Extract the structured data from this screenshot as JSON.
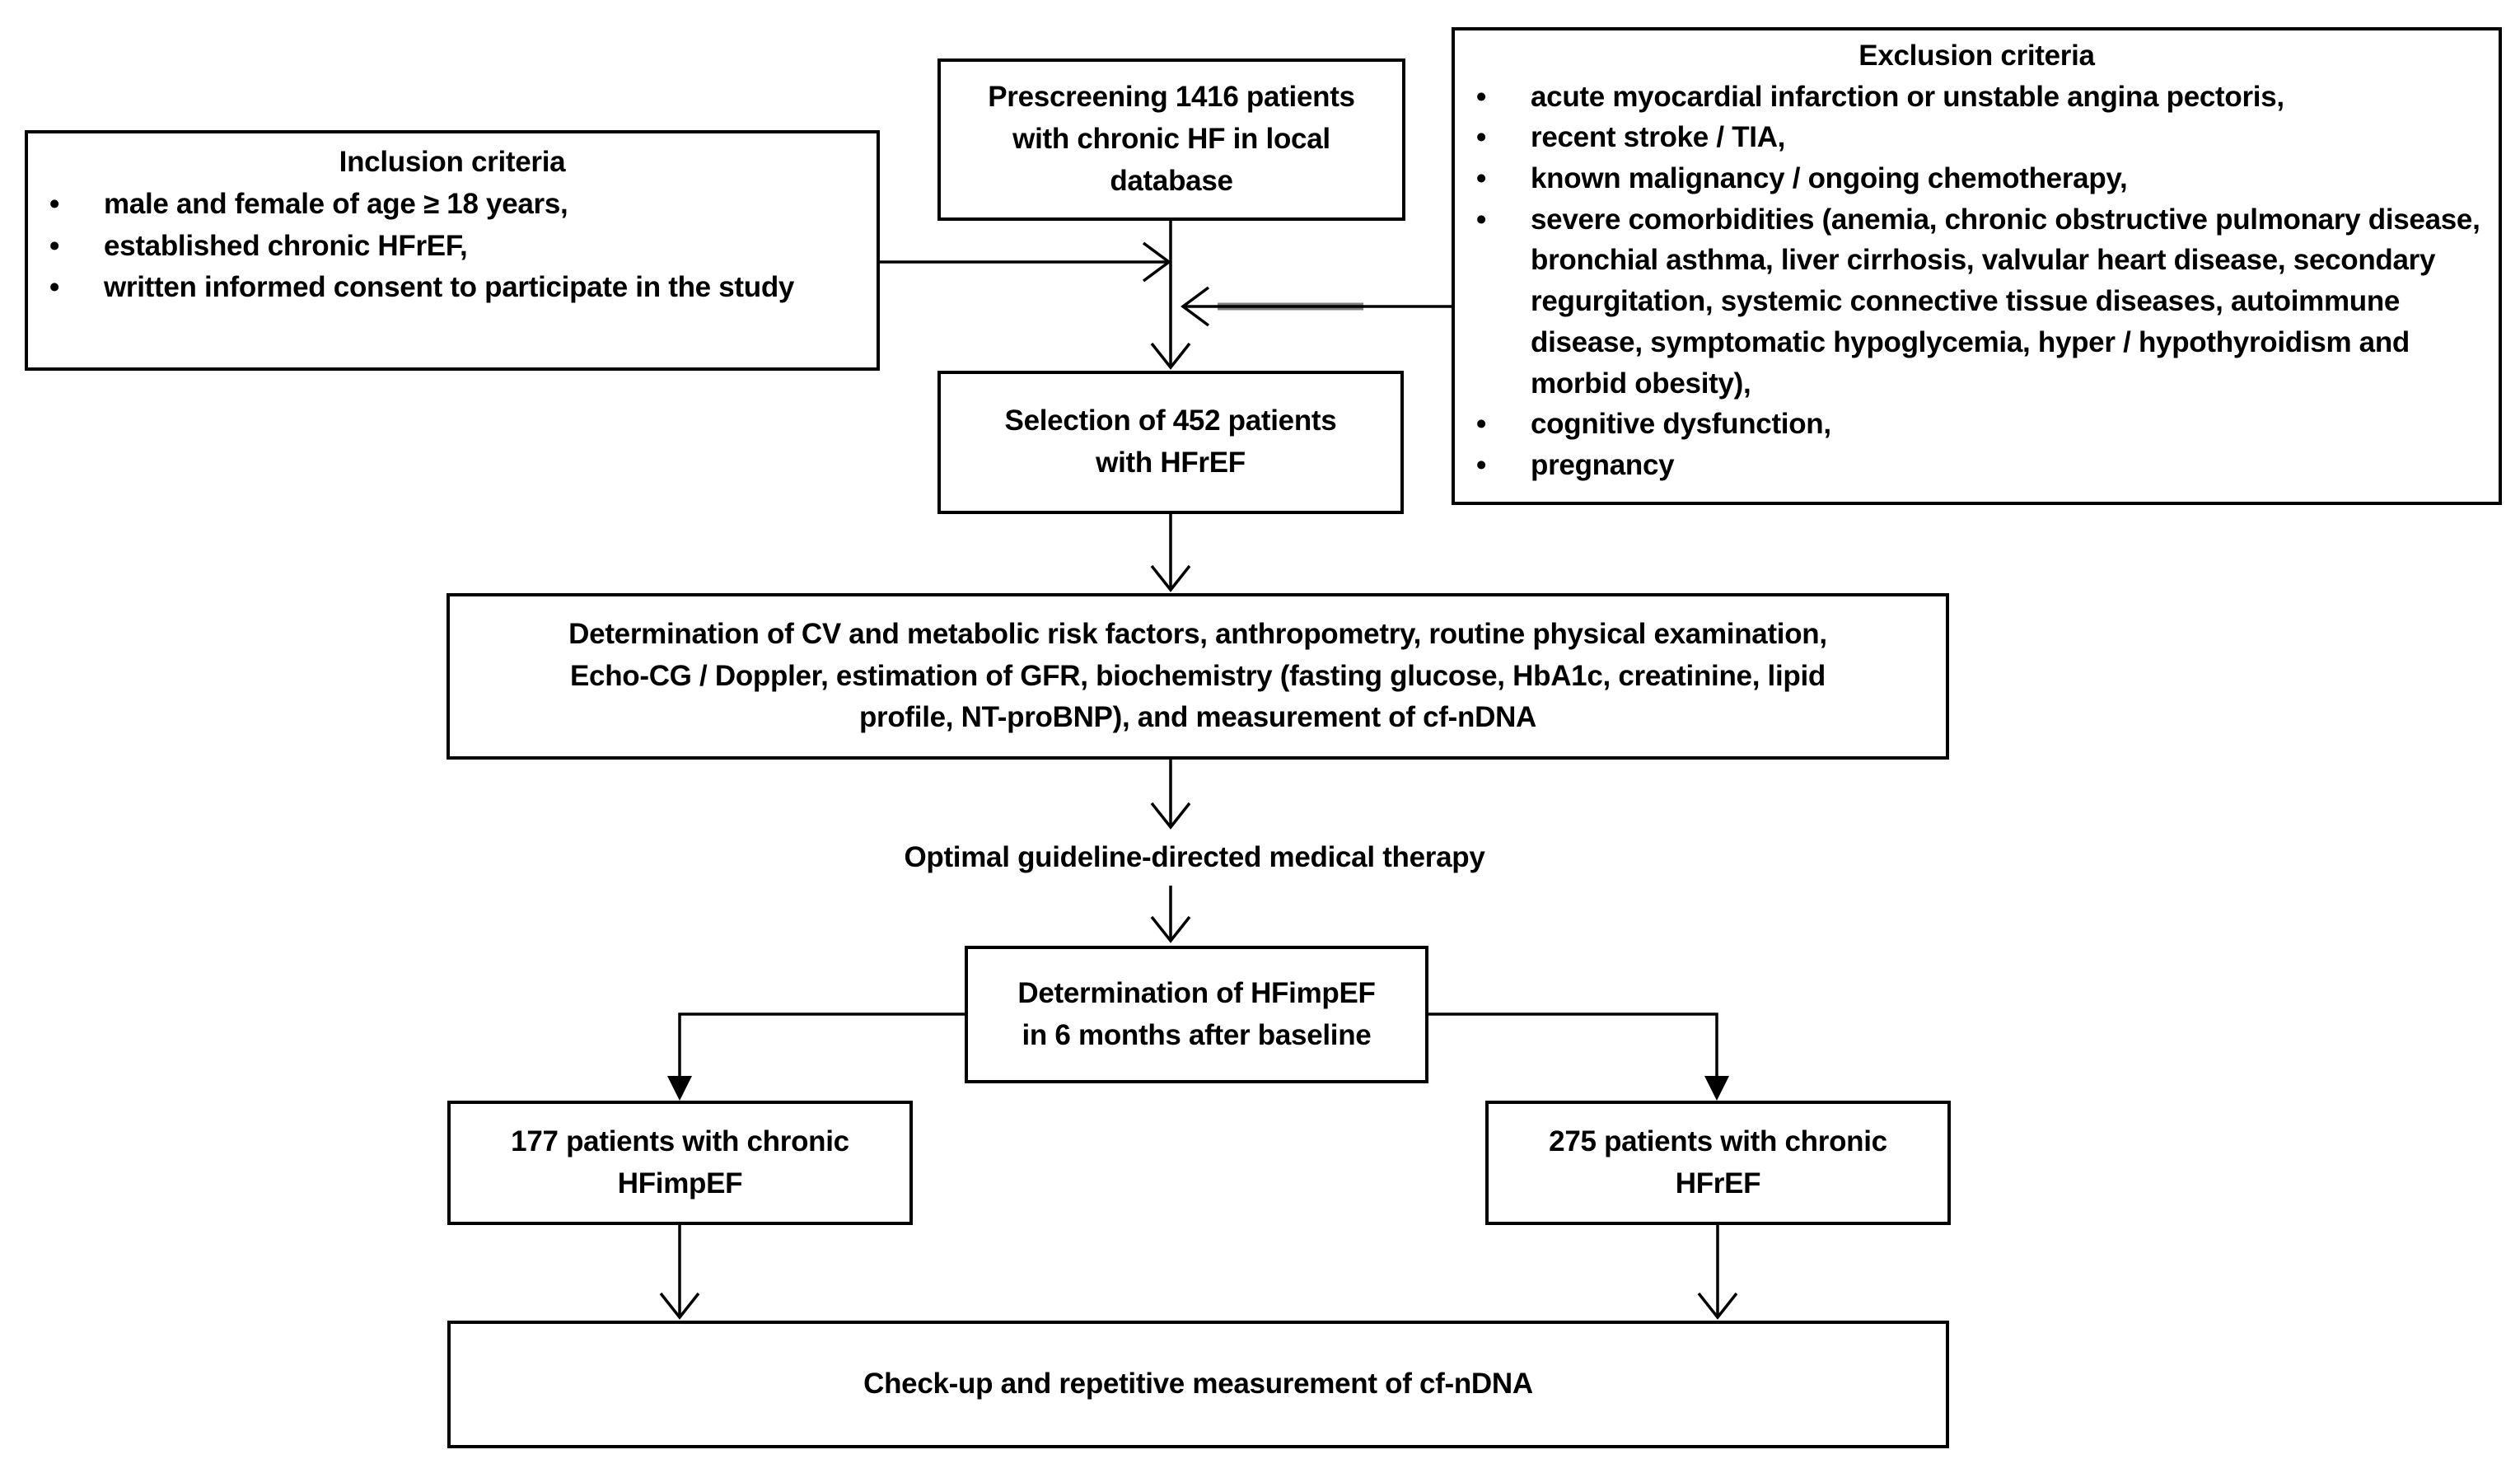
{
  "diagram": {
    "colors": {
      "line": "#000000",
      "grey_line": "#808080",
      "background": "#ffffff",
      "text": "#000000"
    },
    "inclusion": {
      "title": "Inclusion criteria",
      "items": [
        "male and female of age ≥ 18 years,",
        "established chronic HFrEF,",
        "written informed consent to participate in the study"
      ]
    },
    "exclusion": {
      "title": "Exclusion criteria",
      "items": [
        "acute myocardial infarction or unstable angina pectoris,",
        "recent stroke / TIA,",
        "known malignancy / ongoing chemotherapy,",
        "severe comorbidities (anemia, chronic obstructive pulmonary disease, bronchial asthma, liver cirrhosis, valvular heart disease, secondary regurgitation, systemic connective tissue diseases, autoimmune disease, symptomatic hypoglycemia, hyper / hypothyroidism and morbid obesity),",
        "cognitive dysfunction,",
        "pregnancy"
      ]
    },
    "nodes": {
      "prescreening": "Prescreening 1416 patients\nwith chronic HF in local\ndatabase",
      "selection": "Selection of 452 patients\nwith HFrEF",
      "baseline_assessment": "Determination of CV and metabolic risk factors, anthropometry, routine physical examination,\nEcho-CG / Doppler, estimation of GFR, biochemistry (fasting glucose, HbA1c, creatinine, lipid\nprofile, NT-proBNP), and measurement of cf-nDNA",
      "therapy_label": "Optimal guideline-directed medical therapy",
      "followup_determination": "Determination of HFimpEF\nin 6 months after baseline",
      "group_hfimpef": "177 patients with chronic\nHFimpEF",
      "group_hfref": "275 patients with chronic\nHFrEF",
      "checkup": "Check-up and repetitive measurement of cf-nDNA"
    }
  }
}
